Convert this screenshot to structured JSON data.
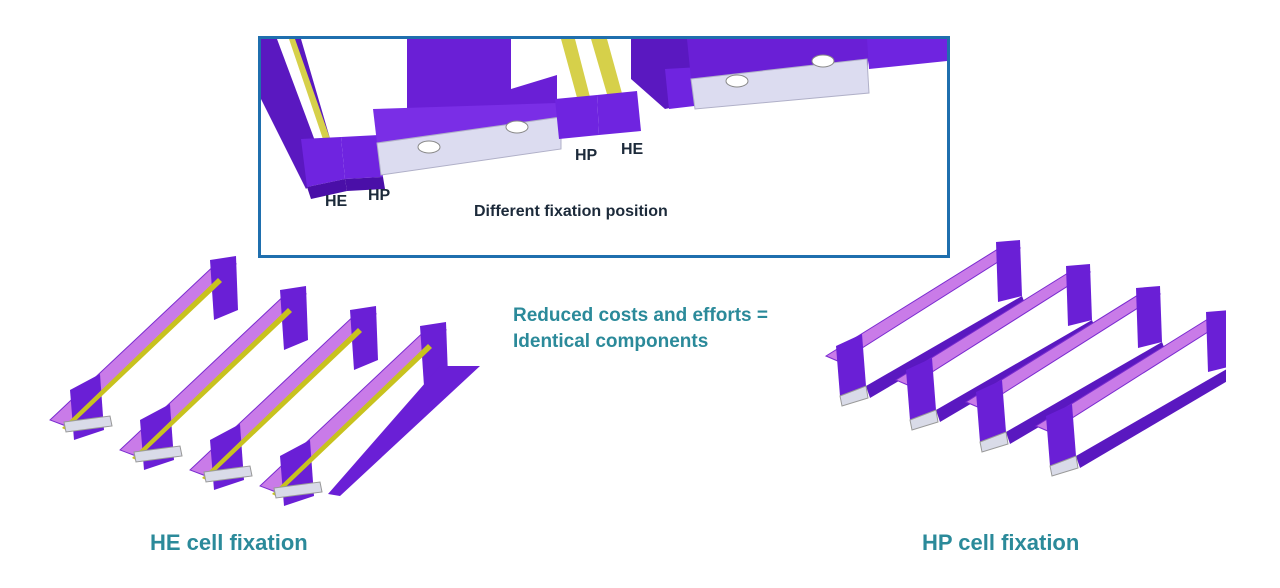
{
  "detail": {
    "labels": {
      "he_left": "HE",
      "hp_left": "HP",
      "hp_right": "HP",
      "he_right": "HE"
    },
    "caption": "Different fixation position"
  },
  "note": {
    "line1": "Reduced costs and efforts =",
    "line2": "Identical components"
  },
  "captions": {
    "he": "HE cell fixation",
    "hp": "HP cell fixation"
  },
  "colors": {
    "frame": "#1f6fae",
    "teal_text": "#2b8a9a",
    "dark_text": "#1c2a3a",
    "purple": "#6a1fd6",
    "purple_light": "#c97be8",
    "yellow": "#c8c21e",
    "steel": "#d9dbe8"
  }
}
